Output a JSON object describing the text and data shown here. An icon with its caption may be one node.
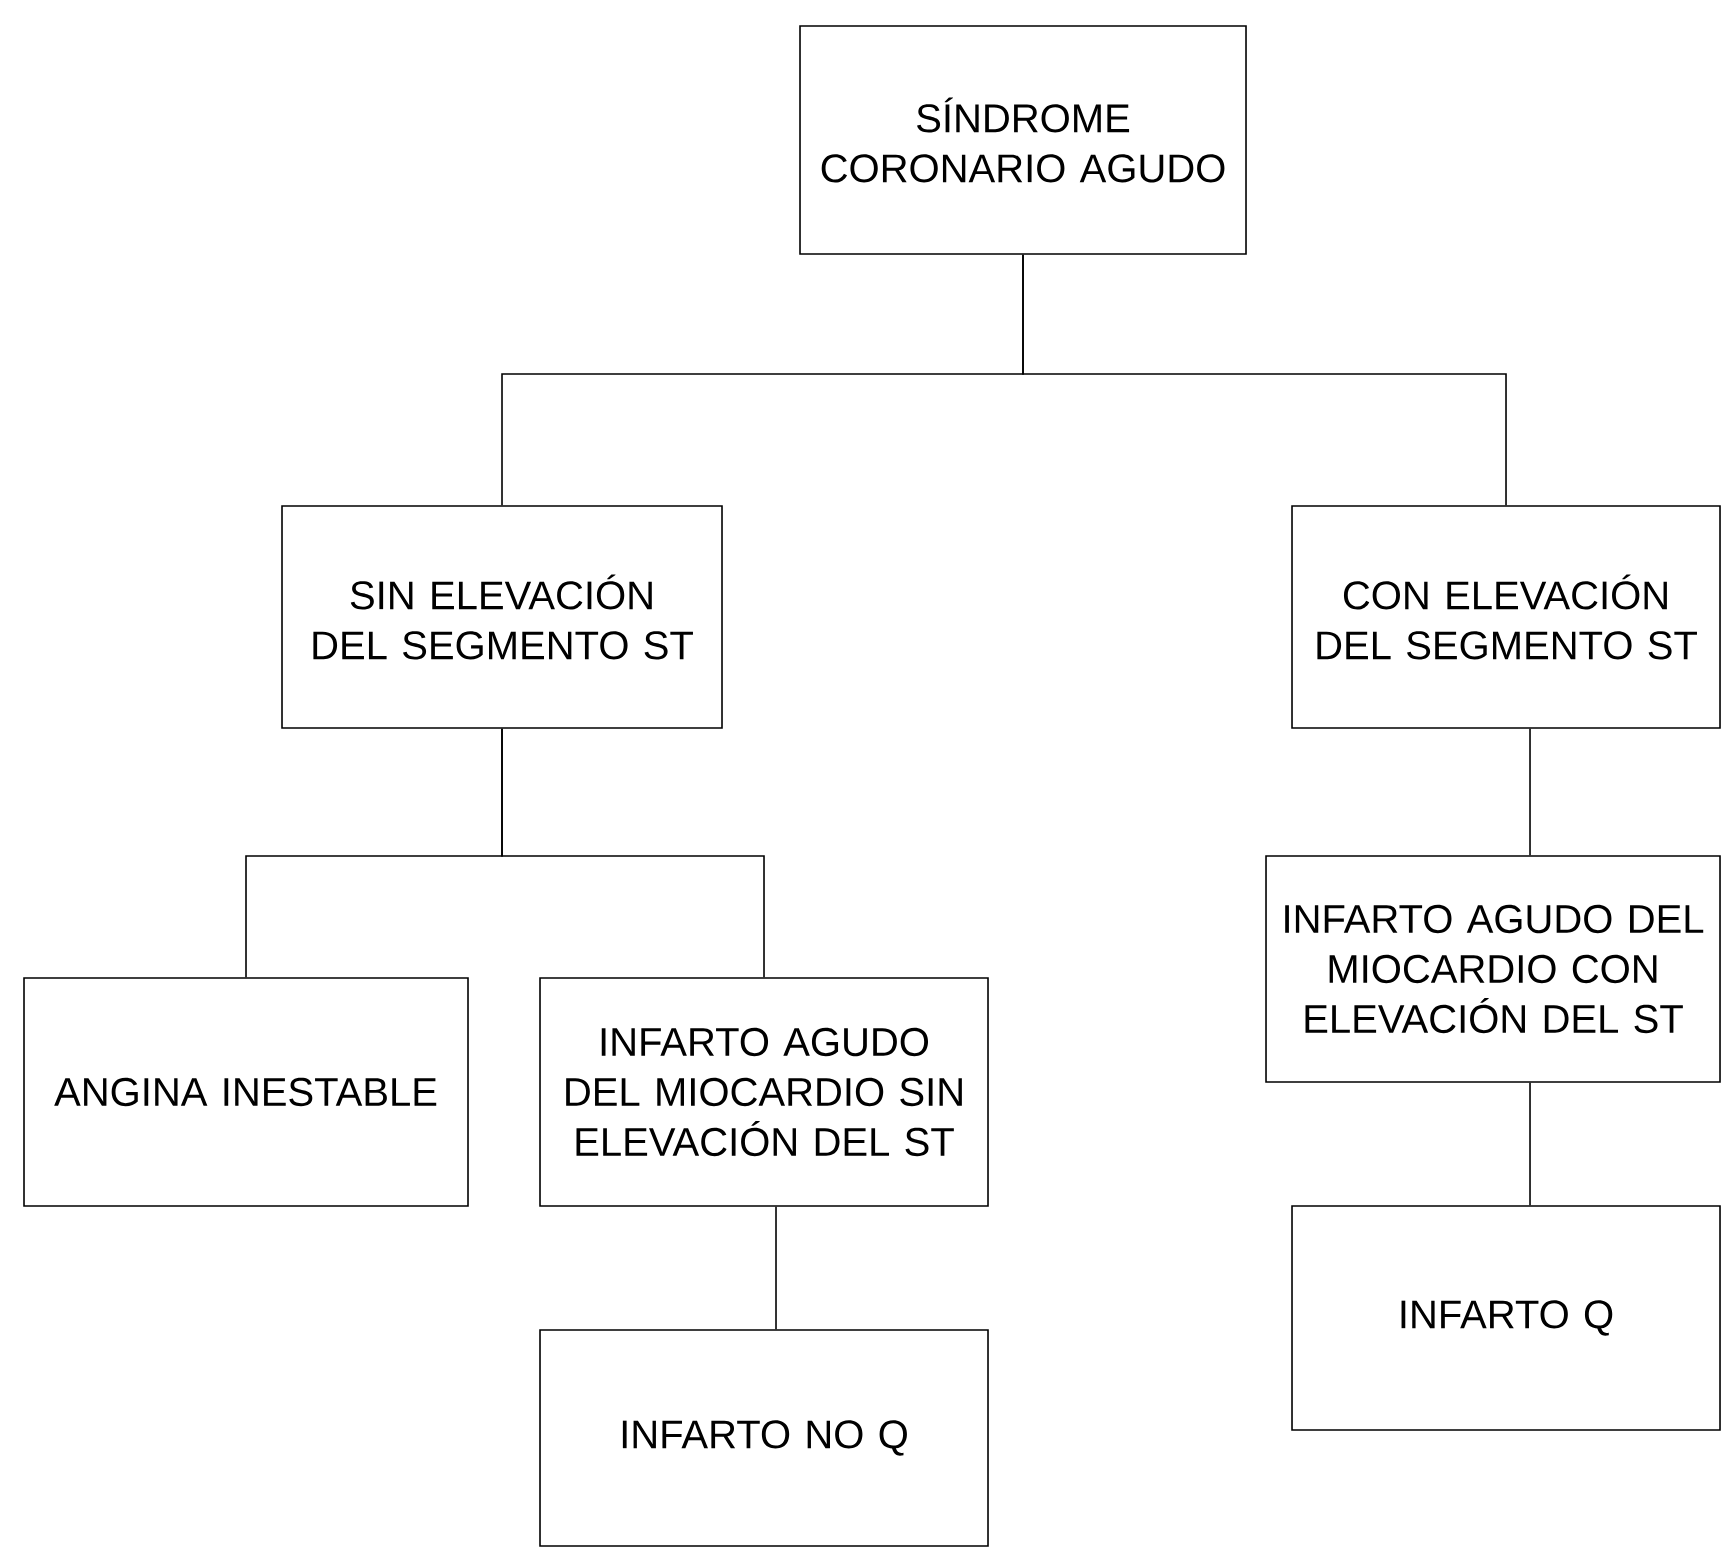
{
  "diagram": {
    "nodes": [
      {
        "text": [
          "SÍNDROME CORONARIO AGUDO"
        ]
      },
      {
        "text": [
          "SIN ELEVACIÓN DEL SEGMENTO ST"
        ]
      },
      {
        "text": [
          "CON ELEVACIÓN DEL SEGMENTO ST"
        ]
      },
      {
        "text": [
          "ANGINA INESTABLE"
        ]
      },
      {
        "text": [
          "INFARTO AGUDO DEL MIOCARDIO SIN ELEVACIÓN DEL ST"
        ]
      },
      {
        "text": [
          "INFARTO AGUDO DEL MIOCARDIO CON ELEVACIÓN DEL ST"
        ]
      },
      {
        "text": [
          "INFARTO NO Q"
        ]
      },
      {
        "text": [
          "INFARTO Q"
        ]
      }
    ],
    "edges": [
      {
        "from": 0,
        "to": 1,
        "arrow": "none"
      },
      {
        "from": 0,
        "to": 2,
        "arrow": "none"
      },
      {
        "from": 1,
        "to": 3,
        "arrow": "none"
      },
      {
        "from": 1,
        "to": 4,
        "arrow": "none"
      },
      {
        "from": 4,
        "to": 6,
        "arrow": "none"
      },
      {
        "from": 2,
        "to": 5,
        "arrow": "none"
      },
      {
        "from": 5,
        "to": 7,
        "arrow": "none"
      }
    ]
  }
}
